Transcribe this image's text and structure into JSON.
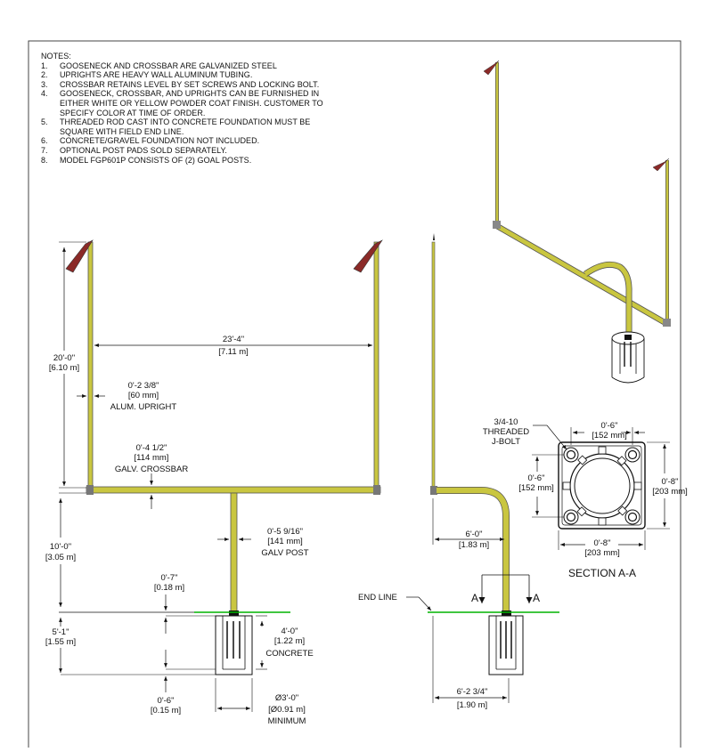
{
  "notes": {
    "heading": "NOTES:",
    "items": [
      {
        "num": "1.",
        "text": "GOOSENECK AND CROSSBAR ARE GALVANIZED STEEL"
      },
      {
        "num": "2.",
        "text": "UPRIGHTS ARE HEAVY WALL ALUMINUM TUBING."
      },
      {
        "num": "3.",
        "text": "CROSSBAR RETAINS LEVEL BY SET SCREWS AND LOCKING BOLT."
      },
      {
        "num": "4.",
        "text": "GOOSENECK, CROSSBAR, AND UPRIGHTS CAN BE FURNISHED IN\nEITHER WHITE OR YELLOW POWDER COAT FINISH.  CUSTOMER TO\nSPECIFY COLOR AT TIME OF ORDER."
      },
      {
        "num": "5.",
        "text": "THREADED ROD CAST INTO CONCRETE FOUNDATION MUST BE\nSQUARE WITH FIELD END LINE."
      },
      {
        "num": "6.",
        "text": "CONCRETE/GRAVEL FOUNDATION NOT INCLUDED."
      },
      {
        "num": "7.",
        "text": "OPTIONAL POST PADS SOLD SEPARATELY."
      },
      {
        "num": "8.",
        "text": "MODEL FGP601P CONSISTS OF (2) GOAL POSTS."
      }
    ]
  },
  "front": {
    "height": {
      "ft": "20'-0\"",
      "m": "[6.10 m]"
    },
    "width": {
      "ft": "23'-4\"",
      "m": "[7.11 m]"
    },
    "upright": {
      "ft": "0'-2 3/8\"",
      "mm": "[60 mm]",
      "label": "ALUM. UPRIGHT"
    },
    "crossbar": {
      "ft": "0'-4 1/2\"",
      "mm": "[114 mm]",
      "label": "GALV. CROSSBAR"
    },
    "crossbar_height": {
      "ft": "10'-0\"",
      "m": "[3.05 m]"
    },
    "post": {
      "ft": "0'-5 9/16\"",
      "mm": "[141 mm]",
      "label": "GALV POST"
    },
    "base_height": {
      "ft": "0'-7\"",
      "m": "[0.18 m]"
    },
    "depth": {
      "ft": "5'-1\"",
      "m": "[1.55 m]"
    },
    "concrete": {
      "ft": "4'-0\"",
      "m": "[1.22 m]",
      "label": "CONCRETE"
    },
    "gravel": {
      "ft": "0'-6\"",
      "m": "[0.15 m]"
    },
    "diameter": {
      "ft": "Ø3'-0\"",
      "m": "[Ø0.91 m]",
      "label": "MINIMUM"
    }
  },
  "side": {
    "end_line": "END LINE",
    "offset": {
      "ft": "6'-0\"",
      "m": "[1.83 m]"
    },
    "total_offset": {
      "ft": "6'-2 3/4\"",
      "m": "[1.90 m]"
    },
    "section_mark": "A"
  },
  "section": {
    "title": "SECTION A-A",
    "jbolt": [
      "3/4-10",
      "THREADED",
      "J-BOLT"
    ],
    "bolt_spacing_top": {
      "ft": "0'-6\"",
      "mm": "[152 mm]"
    },
    "bolt_spacing_left": {
      "ft": "0'-6\"",
      "mm": "[152 mm]"
    },
    "plate_right": {
      "ft": "0'-8\"",
      "mm": "[203 mm]"
    },
    "plate_bottom": {
      "ft": "0'-8\"",
      "mm": "[203 mm]"
    }
  },
  "colors": {
    "post_yellow": "#c9c640",
    "pad_red": "#8b2a28",
    "ground_green": "#00b400",
    "line": "#111111"
  }
}
